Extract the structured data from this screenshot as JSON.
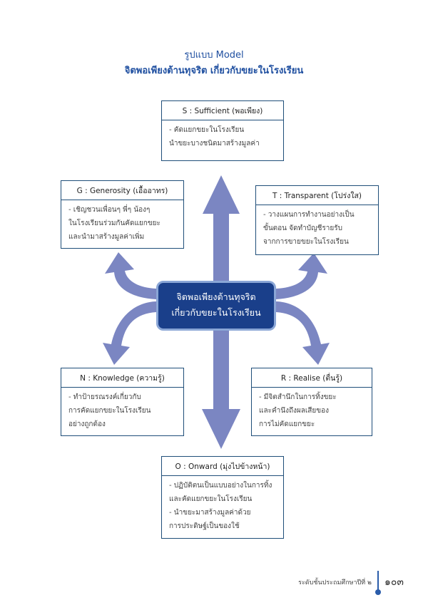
{
  "title": {
    "line1": "รูปแบบ Model",
    "line2": "จิตพอเพียงต้านทุจริต เกี่ยวกับขยะในโรงเรียน"
  },
  "center": {
    "line1": "จิตพอเพียงต้านทุจริต",
    "line2": "เกี่ยวกับขยะในโรงเรียน"
  },
  "boxes": {
    "s": {
      "header": "S : Sufficient (พอเพียง)",
      "lines": [
        "- คัดแยกขยะในโรงเรียน",
        "นำขยะบางชนิดมาสร้างมูลค่า"
      ]
    },
    "g": {
      "header": "G : Generosity (เอื้ออาทร)",
      "lines": [
        "- เชิญชวนเพื่อนๆ พี่ๆ น้องๆ",
        "ในโรงเรียนร่วมกันคัดแยกขยะ",
        "และนำมาสร้างมูลค่าเพิ่ม"
      ]
    },
    "t": {
      "header": "T : Transparent (โปร่งใส)",
      "lines": [
        "- วางแผนการทำงานอย่างเป็น",
        "ขั้นตอน จัดทำบัญชีรายรับ",
        "จากการขายขยะในโรงเรียน"
      ]
    },
    "n": {
      "header": "N : Knowledge (ความรู้)",
      "lines": [
        "- ทำป้ายรณรงค์เกี่ยวกับ",
        "การคัดแยกขยะในโรงเรียน",
        "อย่างถูกต้อง"
      ]
    },
    "r": {
      "header": "R : Realise (ตื่นรู้)",
      "lines": [
        "- มีจิตสำนึกในการทิ้งขยะ",
        "และคำนึงถึงผลเสียของ",
        "การไม่คัดแยกขยะ"
      ]
    },
    "o": {
      "header": "O : Onward (มุ่งไปข้างหน้า)",
      "lines": [
        "- ปฏิบัติตนเป็นแบบอย่างในการทิ้ง",
        "และคัดแยกขยะในโรงเรียน",
        "- นำขยะมาสร้างมูลค่าด้วย",
        "การประดิษฐ์เป็นของใช้"
      ]
    }
  },
  "footer": {
    "text": "ระดับชั้นประถมศึกษาปีที่ ๒",
    "page": "๑๐๓"
  },
  "colors": {
    "arrow": "#7b86c2",
    "center_fill": "#1a3f8a",
    "title": "#1f4fa0"
  }
}
